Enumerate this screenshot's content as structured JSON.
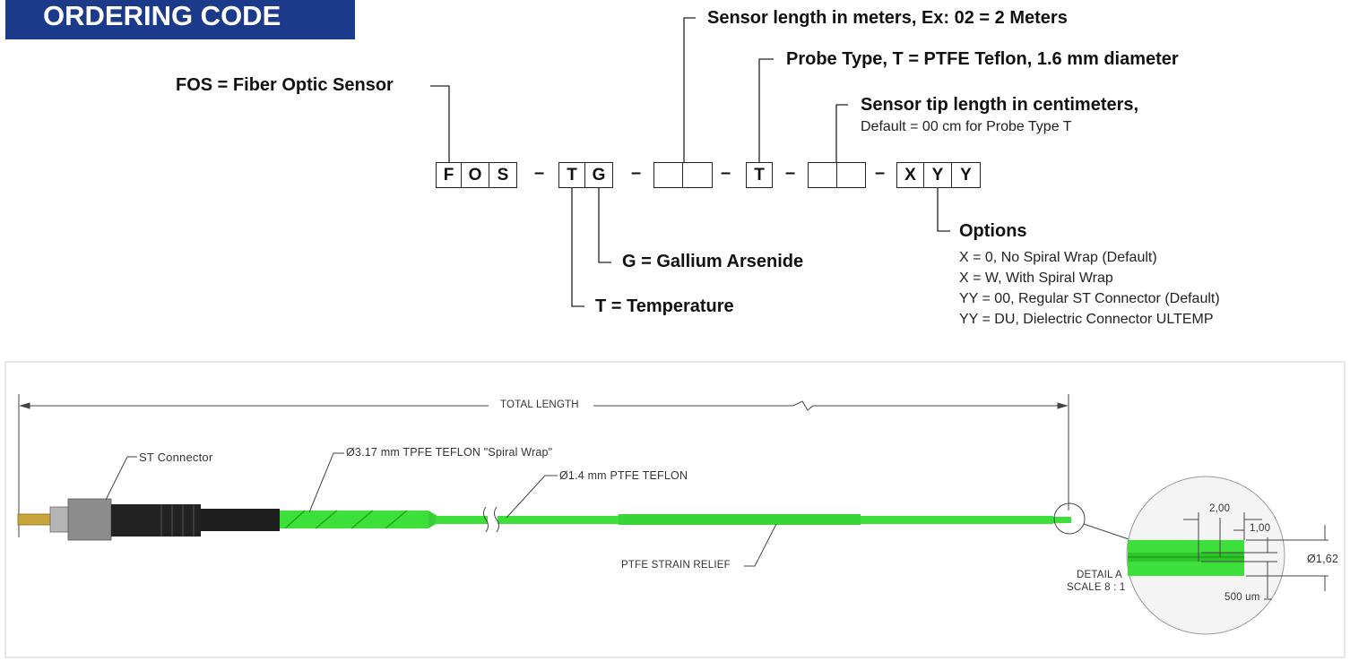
{
  "header": {
    "title": "ORDERING CODE"
  },
  "code": {
    "segments": [
      {
        "boxes": [
          "F",
          "O",
          "S"
        ]
      },
      {
        "boxes": [
          "T",
          "G"
        ]
      },
      {
        "boxes": [
          "",
          ""
        ]
      },
      {
        "boxes": [
          "T"
        ]
      },
      {
        "boxes": [
          "",
          ""
        ]
      },
      {
        "boxes": [
          "X",
          "Y",
          "Y"
        ]
      }
    ],
    "separator": "–"
  },
  "callouts": {
    "fos": {
      "key": "FOS",
      "text": " = Fiber Optic Sensor"
    },
    "length": {
      "text": "Sensor length in meters, Ex: 02 = 2 Meters"
    },
    "probe": {
      "text": "Probe Type, T = PTFE Teflon, 1.6 mm diameter"
    },
    "tip": {
      "text": "Sensor tip length in centimeters,",
      "sub": "Default = 00 cm for Probe Type T"
    },
    "gallium": {
      "text": "G = Gallium Arsenide"
    },
    "temperature": {
      "text": "T = Temperature"
    },
    "options": {
      "title": "Options",
      "items": [
        "X   = 0, No Spiral Wrap (Default)",
        "X   = W, With Spiral Wrap",
        "YY = 00, Regular ST Connector (Default)",
        "YY = DU, Dielectric Connector ULTEMP"
      ]
    }
  },
  "drawing": {
    "total_length": "TOTAL LENGTH",
    "st_connector": "ST Connector",
    "spiral_wrap": "Ø3.17 mm TPFE TEFLON \"Spiral Wrap\"",
    "teflon": "Ø1.4 mm PTFE TEFLON",
    "strain_relief": "PTFE STRAIN RELIEF",
    "detail_title": "DETAIL A",
    "detail_scale": "SCALE 8 : 1",
    "dim_200": "2,00",
    "dim_100": "1,00",
    "dim_162": "Ø1,62",
    "dim_500um": "500 um"
  },
  "colors": {
    "banner": "#1c3a8a",
    "cable": "#3de03a",
    "cable_dark": "#22b520"
  }
}
